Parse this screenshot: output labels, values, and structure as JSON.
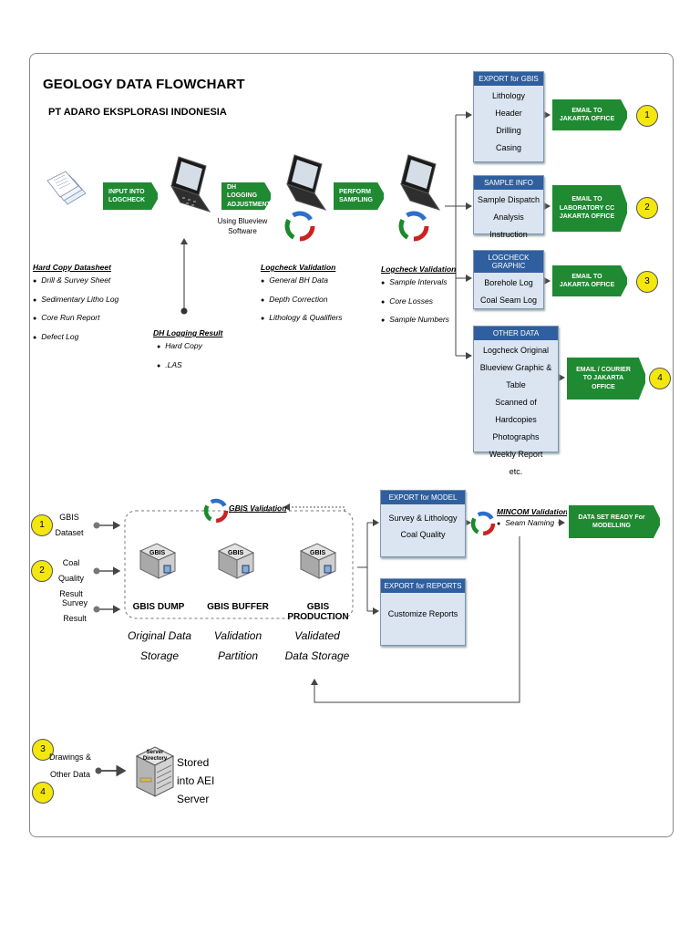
{
  "header": {
    "title": "GEOLOGY DATA FLOWCHART",
    "subtitle": "PT ADARO EKSPLORASI INDONESIA"
  },
  "top_flow": {
    "step1_label": "INPUT INTO LOGCHECK",
    "step2_label": "DH LOGGING ADJUSTMENT",
    "step2_note": "Using Blueview Software",
    "step3_label": "PERFORM SAMPLING"
  },
  "hard_copy": {
    "title": "Hard Copy Datasheet",
    "items": [
      "Drill & Survey Sheet",
      "Sedimentary Litho Log",
      "Core Run Report",
      "Defect Log"
    ]
  },
  "dh_logging_result": {
    "title": "DH Logging Result",
    "items": [
      "Hard Copy",
      ".LAS"
    ]
  },
  "logcheck_validation_1": {
    "title": "Logcheck Validation",
    "items": [
      "General BH Data",
      "Depth Correction",
      "Lithology & Qualifiers"
    ]
  },
  "logcheck_validation_2": {
    "title": "Logcheck Validation",
    "items": [
      "Sample Intervals",
      "Core Losses",
      "Sample Numbers"
    ]
  },
  "exports": {
    "gbis": {
      "header": "EXPORT for GBIS",
      "items": [
        "Lithology",
        "Header",
        "Drilling",
        "Casing"
      ]
    },
    "sample": {
      "header": "SAMPLE INFO",
      "items": [
        "Sample Dispatch",
        "Analysis Instruction"
      ]
    },
    "graphic": {
      "header": "LOGCHECK GRAPHIC",
      "items": [
        "Borehole Log",
        "Coal Seam Log"
      ]
    },
    "other": {
      "header": "OTHER DATA",
      "items": [
        "Logcheck Original",
        "Blueview Graphic & Table",
        "Scanned of Hardcopies",
        "Photographs",
        "Weekly Report",
        "etc."
      ]
    }
  },
  "destinations": [
    {
      "label": "EMAIL TO JAKARTA OFFICE",
      "num": "1"
    },
    {
      "label": "EMAIL TO LABORATORY CC JAKARTA OFFICE",
      "num": "2"
    },
    {
      "label": "EMAIL TO JAKARTA OFFICE",
      "num": "3"
    },
    {
      "label": "EMAIL / COURIER TO JAKARTA OFFICE",
      "num": "4"
    }
  ],
  "gbis_section": {
    "validation_label": "GBIS Validation",
    "inputs": [
      {
        "num": "1",
        "label": "GBIS Dataset"
      },
      {
        "num": "2",
        "label": "Coal Quality Result"
      },
      {
        "num": "",
        "label": "Survey Result"
      }
    ],
    "servers": [
      {
        "name": "GBIS DUMP",
        "icon_text": "GBIS",
        "desc": "Original Data Storage"
      },
      {
        "name": "GBIS BUFFER",
        "icon_text": "GBIS",
        "desc": "Validation Partition"
      },
      {
        "name": "GBIS PRODUCTION",
        "icon_text": "GBIS",
        "desc": "Validated Data Storage"
      }
    ],
    "export_model": {
      "header": "EXPORT for MODEL",
      "items": [
        "Survey & Lithology",
        "Coal Quality"
      ]
    },
    "export_reports": {
      "header": "EXPORT for REPORTS",
      "items": [
        "Customize Reports"
      ]
    },
    "mincom": {
      "title": "MINCOM Validation",
      "items": [
        "Seam Naming"
      ]
    },
    "dataset_ready": "DATA SET READY For MODELLING"
  },
  "server_section": {
    "num_a": "3",
    "num_b": "4",
    "drawings_label": "Drawings & Other Data",
    "server_icon_text": "Server Directory",
    "stored_label": "Stored into AEI Server"
  },
  "colors": {
    "green_arrow": "#1f8a32",
    "box_header": "#2f5f9e",
    "box_body": "#dbe5f1",
    "badge": "#f3e70e"
  }
}
